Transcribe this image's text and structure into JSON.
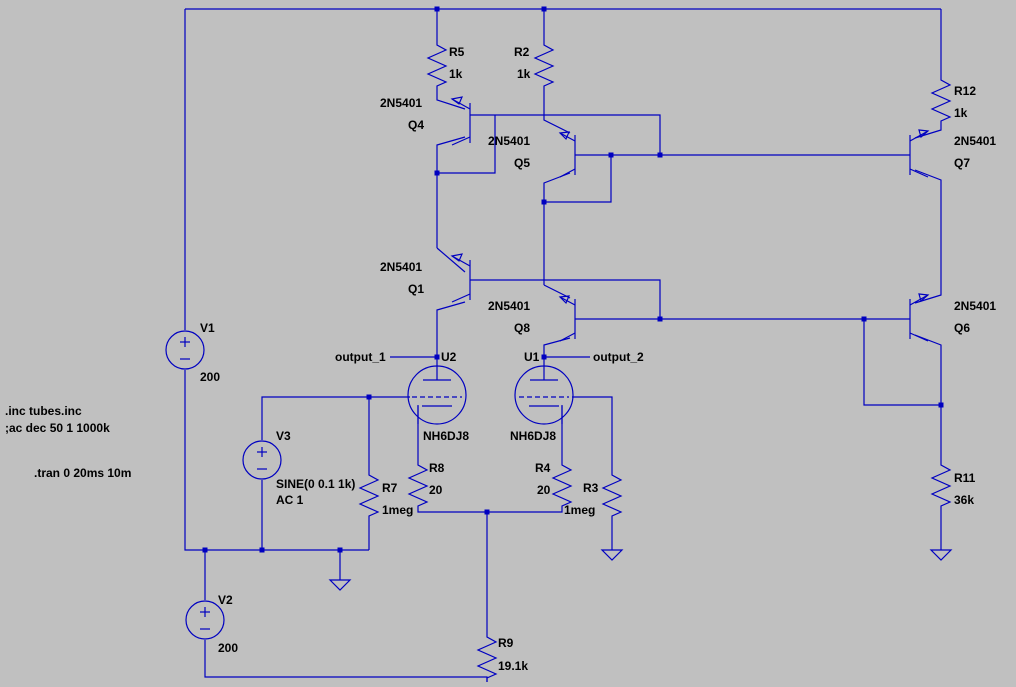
{
  "components": {
    "R5": {
      "ref": "R5",
      "value": "1k"
    },
    "R2": {
      "ref": "R2",
      "value": "1k"
    },
    "R12": {
      "ref": "R12",
      "value": "1k"
    },
    "R8": {
      "ref": "R8",
      "value": "20"
    },
    "R4": {
      "ref": "R4",
      "value": "20"
    },
    "R7": {
      "ref": "R7",
      "value": "1meg"
    },
    "R3": {
      "ref": "R3",
      "value": "1meg"
    },
    "R11": {
      "ref": "R11",
      "value": "36k"
    },
    "R9": {
      "ref": "R9",
      "value": "19.1k"
    },
    "Q4": {
      "ref": "Q4",
      "model": "2N5401"
    },
    "Q5": {
      "ref": "Q5",
      "model": "2N5401"
    },
    "Q7": {
      "ref": "Q7",
      "model": "2N5401"
    },
    "Q1": {
      "ref": "Q1",
      "model": "2N5401"
    },
    "Q8": {
      "ref": "Q8",
      "model": "2N5401"
    },
    "Q6": {
      "ref": "Q6",
      "model": "2N5401"
    },
    "U2": {
      "ref": "U2",
      "model": "NH6DJ8"
    },
    "U1": {
      "ref": "U1",
      "model": "NH6DJ8"
    },
    "V1": {
      "ref": "V1",
      "value": "200"
    },
    "V2": {
      "ref": "V2",
      "value": "200"
    },
    "V3": {
      "ref": "V3",
      "value_line1": "SINE(0 0.1 1k)",
      "value_line2": "AC 1"
    }
  },
  "net_labels": {
    "output_1": "output_1",
    "output_2": "output_2"
  },
  "directives": {
    "inc": ".inc tubes.inc",
    "ac": ";ac dec 50 1 1000k",
    "tran": ".tran 0 20ms 10m"
  },
  "colors": {
    "background": "#c0c0c0",
    "wire": "#0000c0",
    "text": "#000000"
  }
}
